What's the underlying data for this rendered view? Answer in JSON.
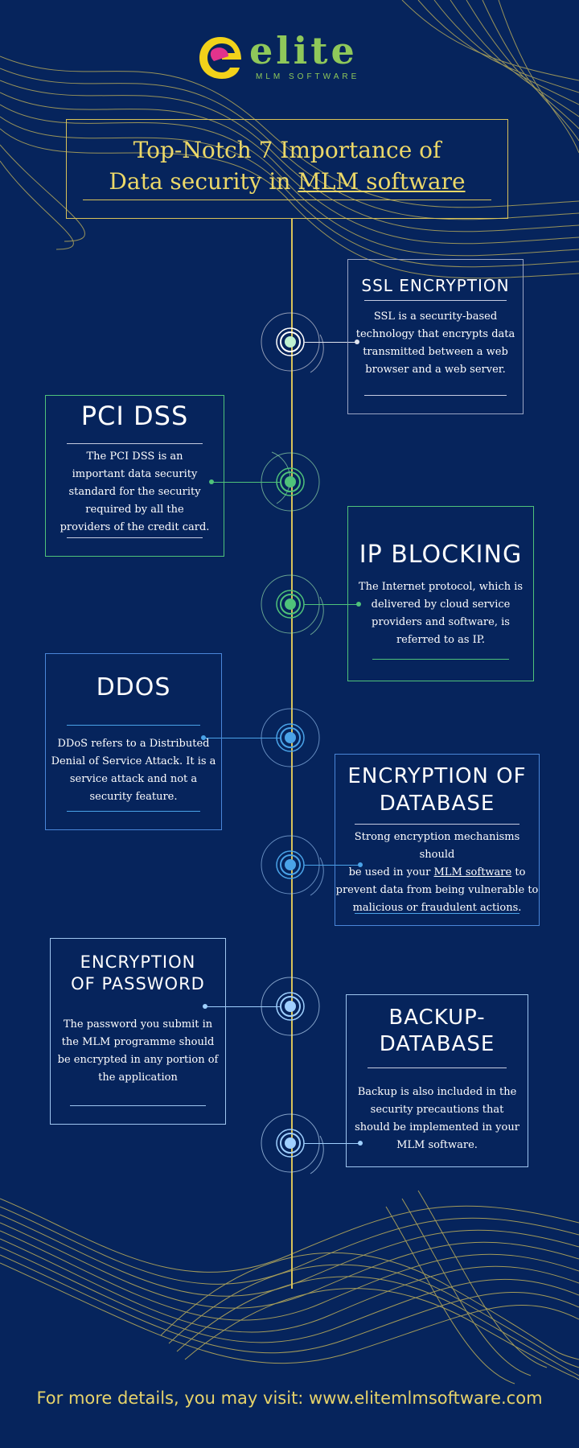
{
  "logo": {
    "word": "elite",
    "subtitle": "MLM SOFTWARE"
  },
  "title": {
    "line1": "Top-Notch 7 Importance of",
    "line2_prefix": "Data security in ",
    "line2_link": "MLM software "
  },
  "colors": {
    "background": "#06245c",
    "accent_gold": "#d8c25a",
    "green": "#4fc27a",
    "blue": "#4aa3e8",
    "light_blue": "#9fd0ff"
  },
  "cards": {
    "ssl": {
      "heading": "SSL ENCRYPTION",
      "body": [
        "SSL is a security-based",
        "technology that encrypts data",
        "transmitted between a web",
        "browser and a web server."
      ]
    },
    "pci": {
      "heading": "PCI DSS",
      "body": [
        "The PCI DSS is an",
        "important data security",
        "standard for the security",
        "required by all the",
        "providers of the credit card."
      ]
    },
    "ip": {
      "heading": "IP BLOCKING",
      "body": [
        "The Internet protocol, which is",
        "delivered by cloud service",
        "providers and software, is",
        "referred to as IP."
      ]
    },
    "ddos": {
      "heading": "DDOS",
      "body": [
        "DDoS refers to a Distributed",
        "Denial of Service Attack. It is a",
        "service attack and not a",
        "security feature."
      ]
    },
    "encdb": {
      "heading_l1": "ENCRYPTION OF",
      "heading_l2": "DATABASE",
      "body_l1": "Strong encryption mechanisms should",
      "body_l2_pre": "be used in your ",
      "body_l2_link": "MLM software",
      "body_l2_post": " to",
      "body_l3": "prevent data from being vulnerable to",
      "body_l4": "malicious or fraudulent actions."
    },
    "encpw": {
      "heading_l1": "ENCRYPTION",
      "heading_l2": "OF PASSWORD",
      "body": [
        "The password you submit in",
        "the MLM programme should",
        "be encrypted in any portion of",
        "the application"
      ]
    },
    "backup": {
      "heading_l1": "BACKUP-",
      "heading_l2": "DATABASE",
      "body": [
        "Backup is also included in the",
        "security precautions that",
        "should be implemented in your",
        "MLM software."
      ]
    }
  },
  "footer": "For more details, you may visit: www.elitemlmsoftware.com"
}
